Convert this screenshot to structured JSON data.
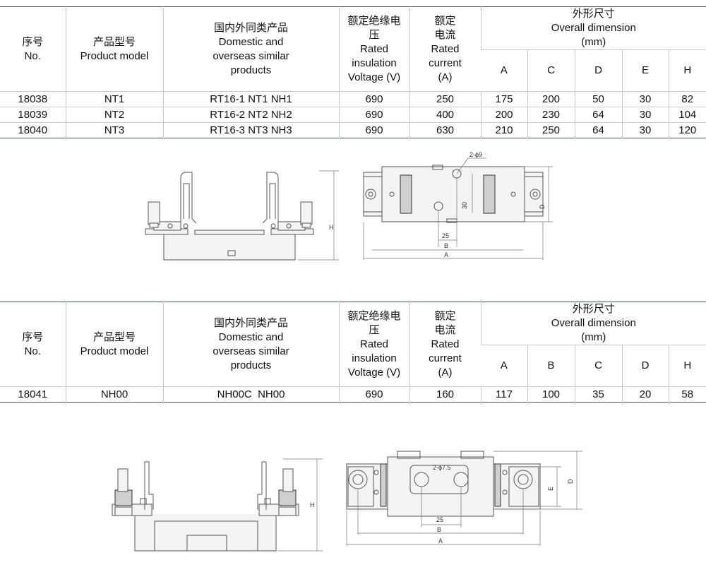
{
  "headers": {
    "no_cn": "序号",
    "no_en": "No.",
    "model_cn": "产品型号",
    "model_en": "Product model",
    "similar_cn": "国内外同类产品",
    "similar_en": "Domestic and overseas similar products",
    "voltage_cn": "额定绝缘电压",
    "voltage_en": "Rated insulation Voltage (V)",
    "current_cn": "额定电流",
    "current_en": "Rated current (A)",
    "dimension_cn": "外形尺寸",
    "dimension_en": "Overall dimension (mm)"
  },
  "table1": {
    "dim_cols": [
      "A",
      "C",
      "D",
      "E",
      "H"
    ],
    "rows": [
      {
        "no": "18038",
        "model": "NT1",
        "similar": "RT16-1 NT1 NH1",
        "voltage": "690",
        "current": "250",
        "d1": "175",
        "d2": "200",
        "d3": "50",
        "d4": "30",
        "d5": "82"
      },
      {
        "no": "18039",
        "model": "NT2",
        "similar": "RT16-2 NT2 NH2",
        "voltage": "690",
        "current": "400",
        "d1": "200",
        "d2": "230",
        "d3": "64",
        "d4": "30",
        "d5": "104"
      },
      {
        "no": "18040",
        "model": "NT3",
        "similar": "RT16-3 NT3 NH3",
        "voltage": "690",
        "current": "630",
        "d1": "210",
        "d2": "250",
        "d3": "64",
        "d4": "30",
        "d5": "120"
      }
    ]
  },
  "table2": {
    "dim_cols": [
      "A",
      "B",
      "C",
      "D",
      "H"
    ],
    "rows": [
      {
        "no": "18041",
        "model": "NH00",
        "similar": "NH00C  NH00",
        "voltage": "690",
        "current": "160",
        "d1": "117",
        "d2": "100",
        "d3": "35",
        "d4": "20",
        "d5": "58"
      }
    ]
  },
  "drawing1": {
    "label_h": "H",
    "label_hole": "2-ϕ9",
    "label_30": "30",
    "label_d": "D",
    "label_25": "25",
    "label_b": "B",
    "label_a": "A"
  },
  "drawing2": {
    "label_h": "H",
    "label_hole": "2-ϕ7.5",
    "label_e": "E",
    "label_d": "D",
    "label_25": "25",
    "label_b": "B",
    "label_a": "A"
  }
}
